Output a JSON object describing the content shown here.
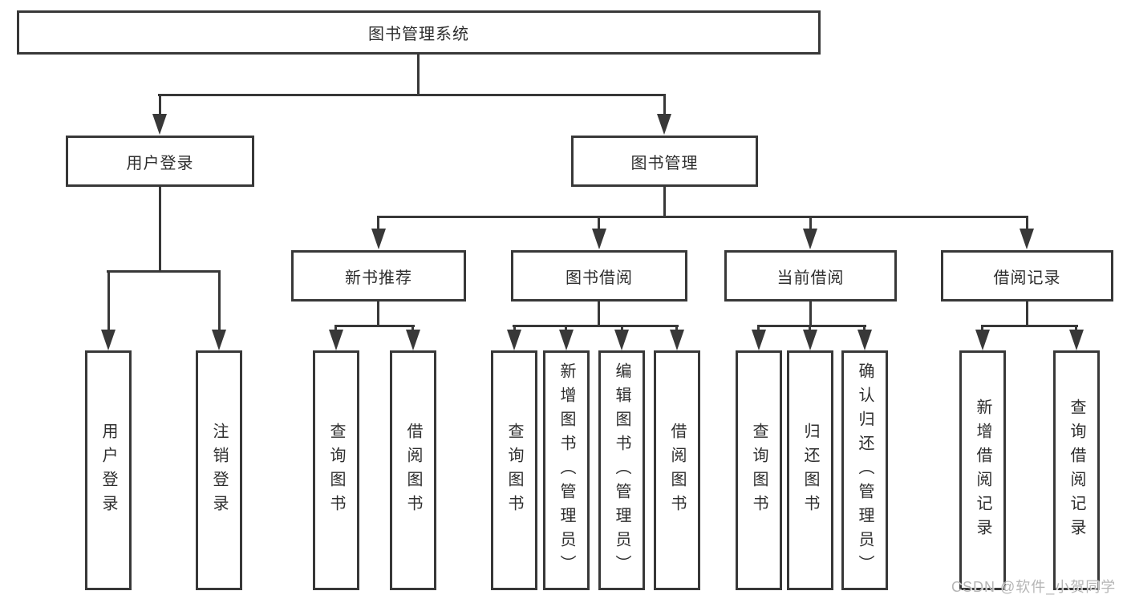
{
  "diagram": {
    "root": {
      "label": "图书管理系统"
    },
    "branches": [
      {
        "label": "用户登录",
        "children": [
          {
            "label": "用户登录"
          },
          {
            "label": "注销登录"
          }
        ]
      },
      {
        "label": "图书管理",
        "children": [
          {
            "label": "新书推荐",
            "children": [
              {
                "label": "查询图书"
              },
              {
                "label": "借阅图书"
              }
            ]
          },
          {
            "label": "图书借阅",
            "children": [
              {
                "label": "查询图书"
              },
              {
                "label": "新增图书（管理员）"
              },
              {
                "label": "编辑图书（管理员）"
              },
              {
                "label": "借阅图书"
              }
            ]
          },
          {
            "label": "当前借阅",
            "children": [
              {
                "label": "查询图书"
              },
              {
                "label": "归还图书"
              },
              {
                "label": "确认归还（管理员）"
              }
            ]
          },
          {
            "label": "借阅记录",
            "children": [
              {
                "label": "新增借阅记录"
              },
              {
                "label": "查询借阅记录"
              }
            ]
          }
        ]
      }
    ]
  },
  "watermark": "CSDN @软件_小贺同学",
  "colors": {
    "line": "#383838",
    "text": "#2e2e2e",
    "watermark": "#b5b5b5",
    "background": "#ffffff"
  }
}
